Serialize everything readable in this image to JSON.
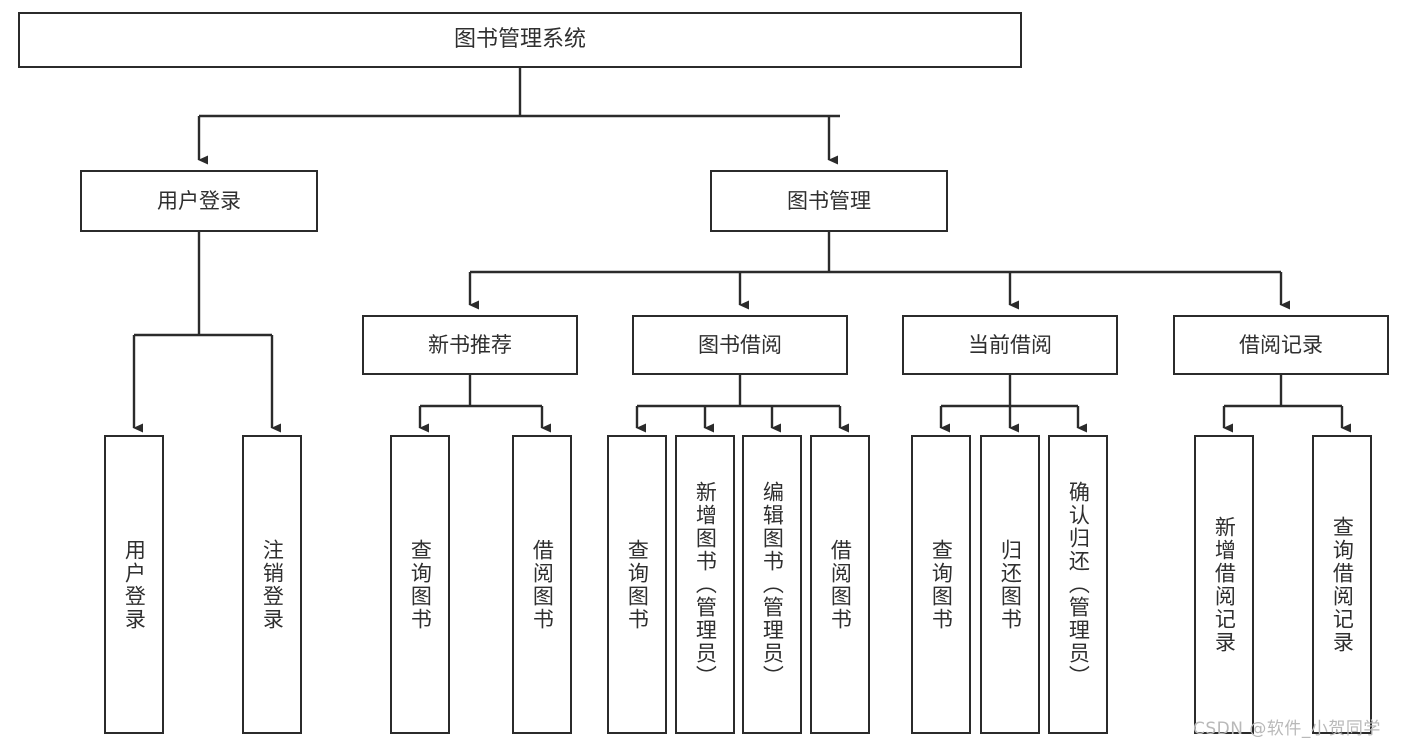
{
  "diagram": {
    "type": "tree-hierarchy",
    "title": "图书管理系统",
    "watermark": "CSDN @软件_小贺同学",
    "colors": {
      "box_border": "#2b2b2b",
      "box_fill": "#ffffff",
      "text": "#2f2f2f",
      "link": "#2b2b2b",
      "watermark": "#b9b9b9"
    },
    "nodes": {
      "root": {
        "label": "图书管理系统"
      },
      "level1": [
        {
          "label": "用户登录"
        },
        {
          "label": "图书管理"
        }
      ],
      "level2": [
        {
          "label": "新书推荐"
        },
        {
          "label": "图书借阅"
        },
        {
          "label": "当前借阅"
        },
        {
          "label": "借阅记录"
        }
      ],
      "leaves": {
        "user_login": [
          {
            "label": "用户登录"
          },
          {
            "label": "注销登录"
          }
        ],
        "new_book_recommend": [
          {
            "label": "查询图书"
          },
          {
            "label": "借阅图书"
          }
        ],
        "book_borrow": [
          {
            "label": "查询图书"
          },
          {
            "label": "新增图书（管理员）"
          },
          {
            "label": "编辑图书（管理员）"
          },
          {
            "label": "借阅图书"
          }
        ],
        "current_borrow": [
          {
            "label": "查询图书"
          },
          {
            "label": "归还图书"
          },
          {
            "label": "确认归还（管理员）"
          }
        ],
        "borrow_record": [
          {
            "label": "新增借阅记录"
          },
          {
            "label": "查询借阅记录"
          }
        ]
      }
    }
  }
}
